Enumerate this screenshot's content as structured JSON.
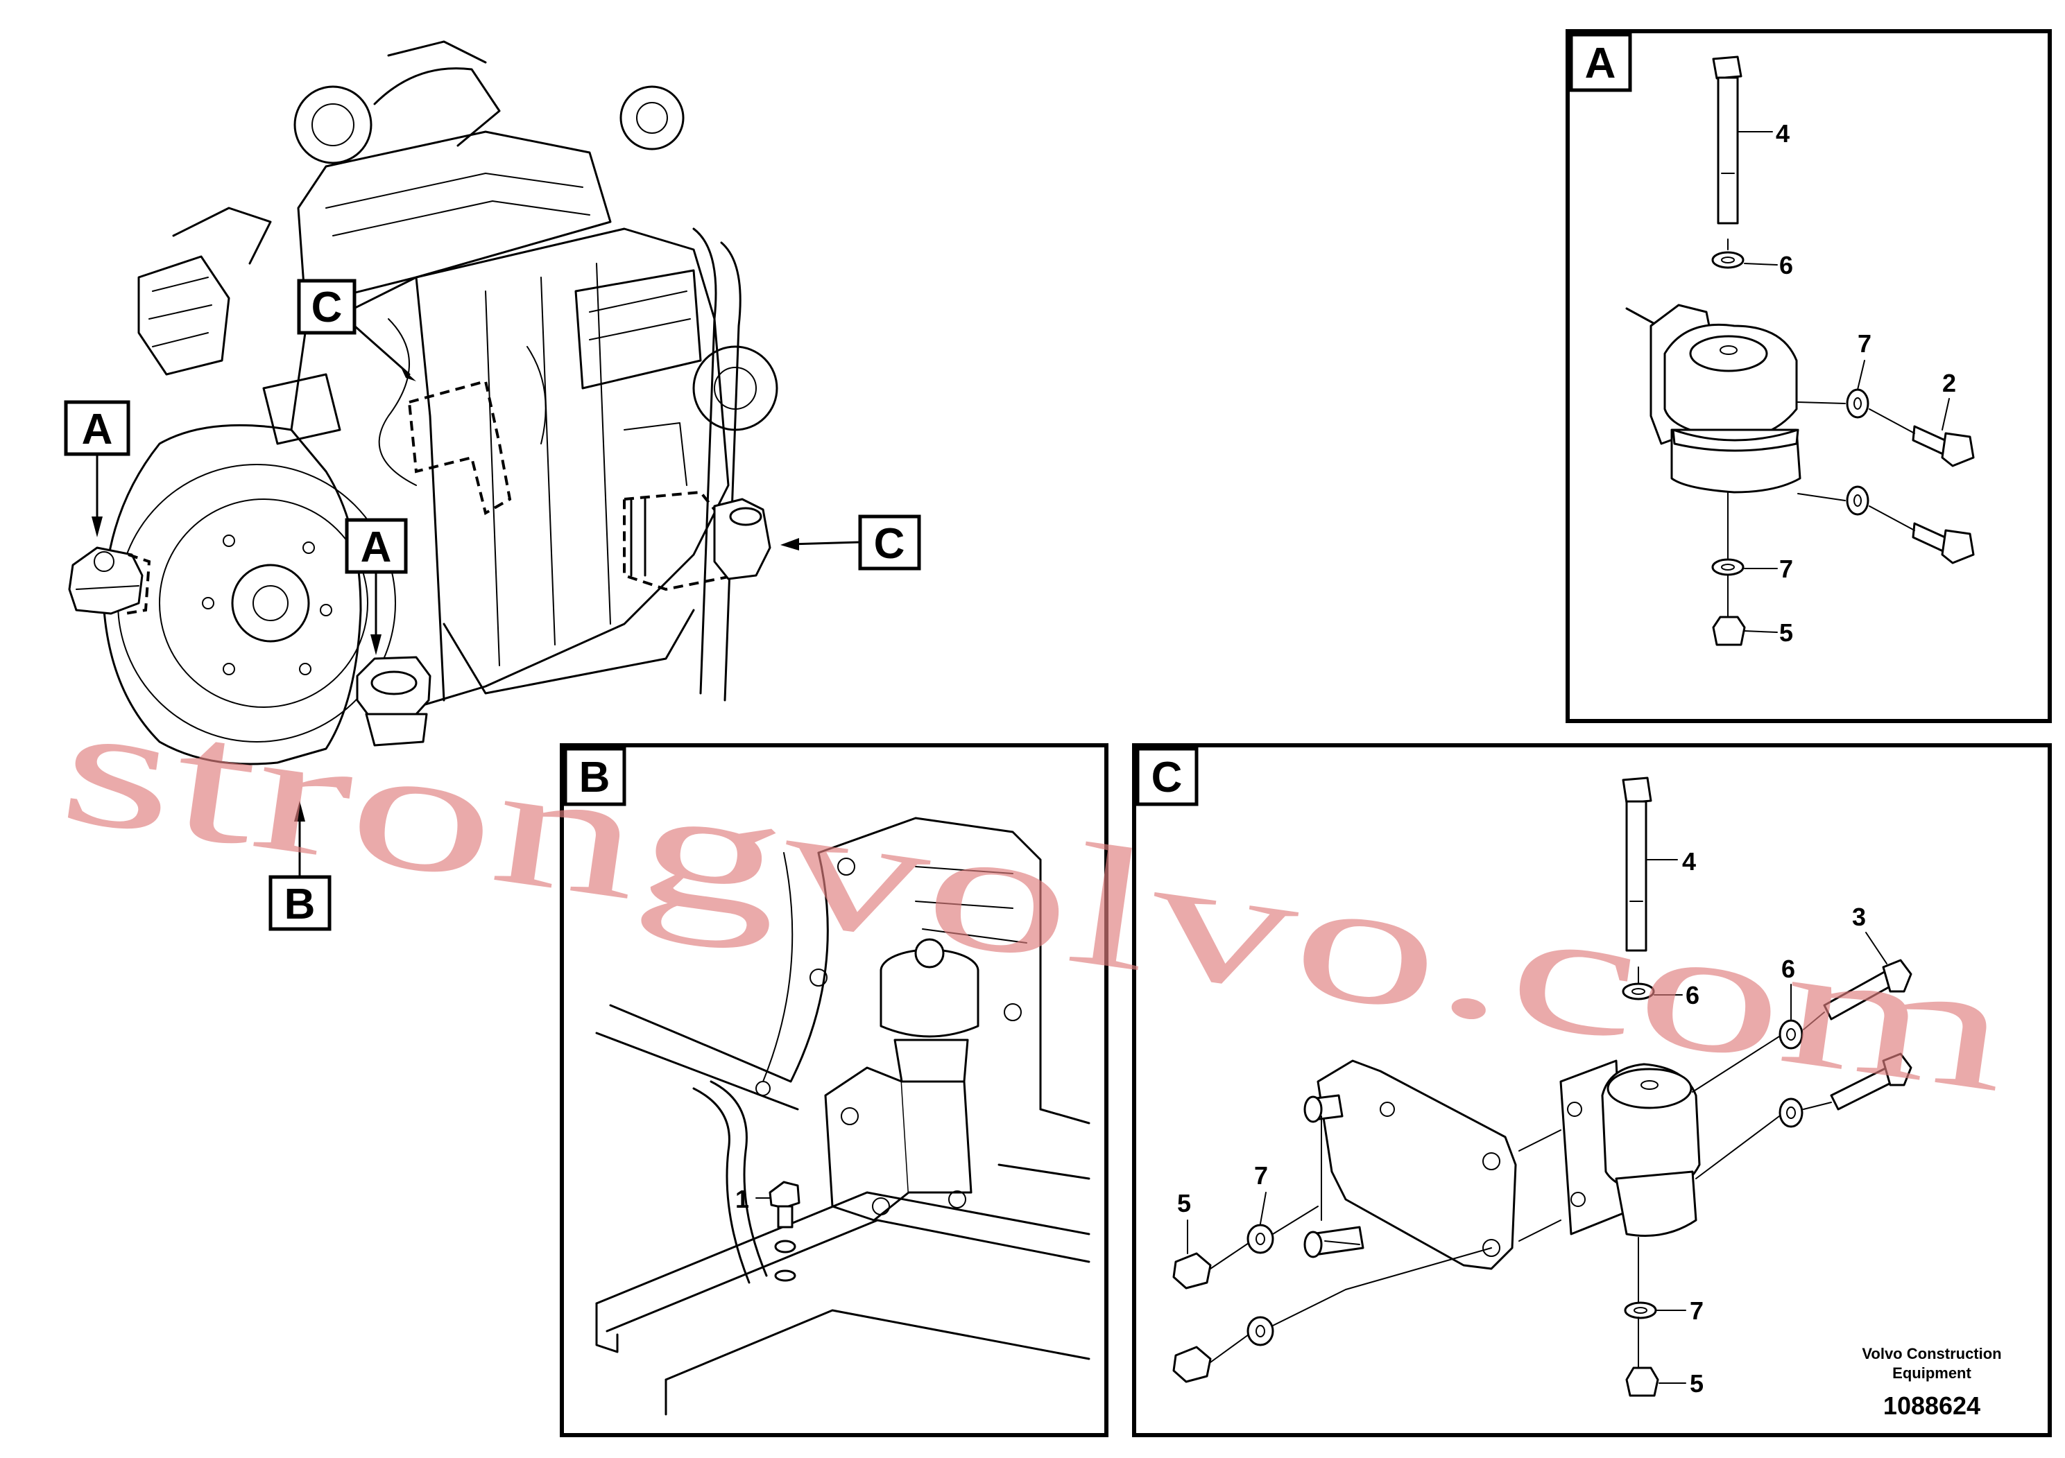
{
  "callouts": {
    "A": "A",
    "B": "B",
    "C": "C"
  },
  "parts": {
    "p1": "1",
    "p2": "2",
    "p3": "3",
    "p4": "4",
    "p5": "5",
    "p6": "6",
    "p7": "7"
  },
  "watermark": "strongvolvo.com",
  "footer": {
    "brand_line1": "Volvo Construction",
    "brand_line2": "Equipment",
    "drawing_number": "1088624"
  }
}
